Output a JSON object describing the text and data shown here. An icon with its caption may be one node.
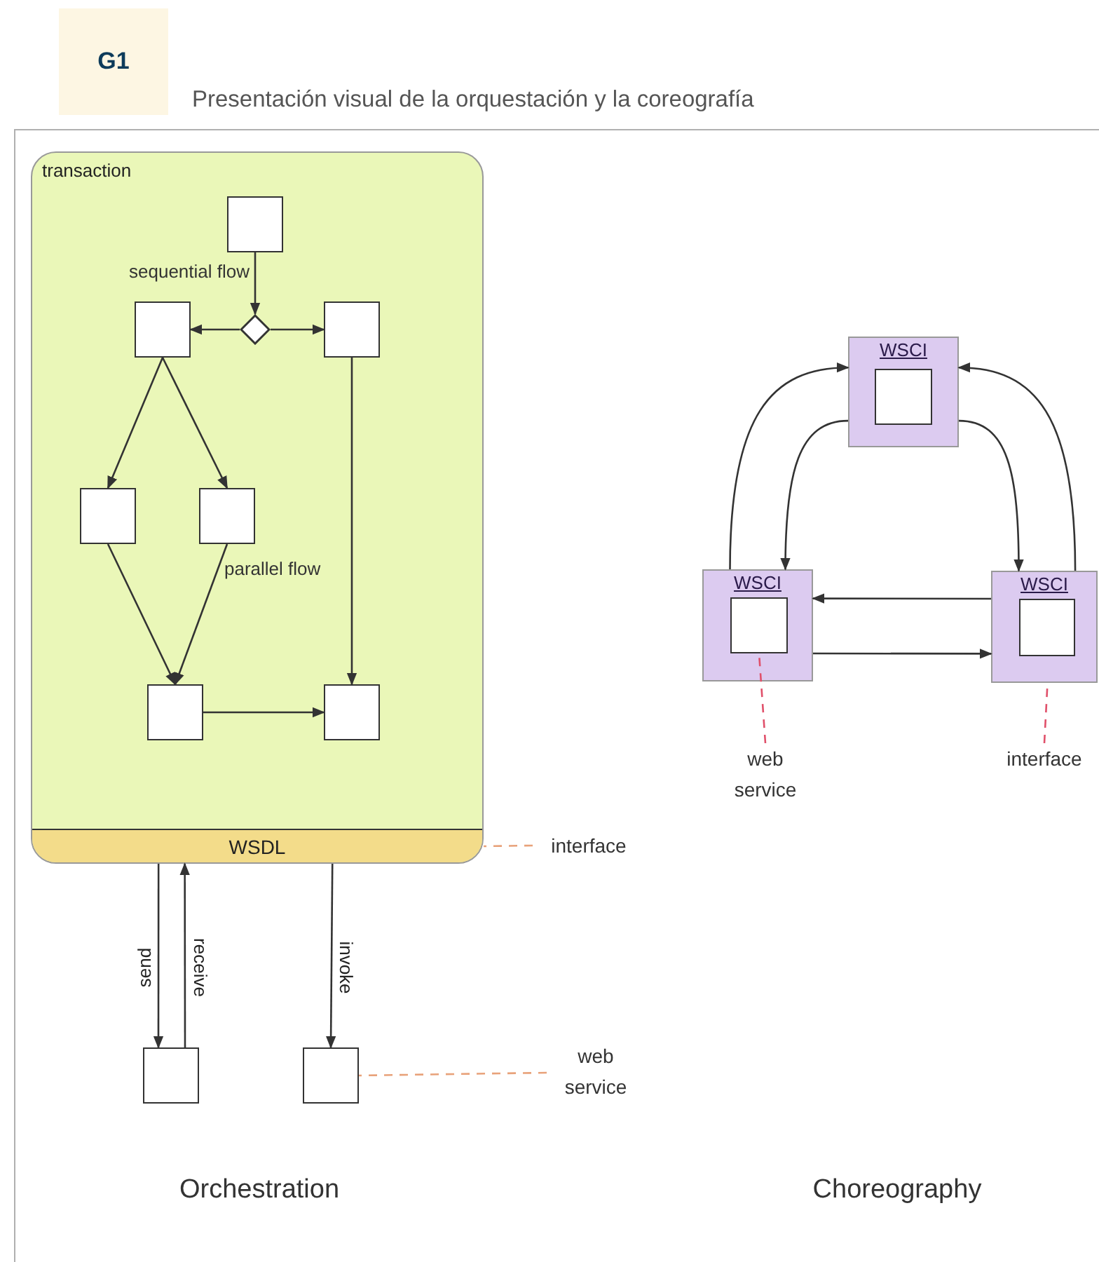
{
  "diagram": {
    "title": "Presentación visual de la orquestación y la coreografía",
    "nodes": [
      {
        "text": [
          "G1"
        ]
      },
      {
        "text": [
          "transaction"
        ]
      },
      {
        "text": [],
        "shape": "box",
        "in": 1
      },
      {
        "text": [],
        "shape": "diamond",
        "in": 1
      },
      {
        "text": [],
        "shape": "box",
        "in": 1
      },
      {
        "text": [],
        "shape": "box",
        "in": 1
      },
      {
        "text": [],
        "shape": "box",
        "in": 1
      },
      {
        "text": [],
        "shape": "box",
        "in": 1
      },
      {
        "text": [],
        "shape": "box",
        "in": 1
      },
      {
        "text": [],
        "shape": "box",
        "in": 1
      },
      {
        "text": [
          "WSDL"
        ],
        "in": 1
      },
      {
        "text": [
          "interface"
        ]
      },
      {
        "text": [],
        "shape": "box"
      },
      {
        "text": [],
        "shape": "box"
      },
      {
        "text": [
          "web service"
        ]
      },
      {
        "text": [
          "WSCI"
        ]
      },
      {
        "text": [],
        "shape": "box",
        "in": 15
      },
      {
        "text": [
          "WSCI"
        ]
      },
      {
        "text": [],
        "shape": "box",
        "in": 17
      },
      {
        "text": [
          "WSCI"
        ]
      },
      {
        "text": [],
        "shape": "box",
        "in": 19
      },
      {
        "text": [
          "web service"
        ]
      },
      {
        "text": [
          "interface"
        ]
      }
    ],
    "edges": [
      {
        "from": 2,
        "to": 3,
        "arrow": "to"
      },
      {
        "from": 3,
        "to": 4,
        "arrow": "to"
      },
      {
        "from": 3,
        "to": 5,
        "arrow": "to"
      },
      {
        "from": 4,
        "to": 6,
        "arrow": "to"
      },
      {
        "from": 4,
        "to": 7,
        "arrow": "to"
      },
      {
        "from": 6,
        "to": 8,
        "arrow": "to"
      },
      {
        "from": 7,
        "to": 8,
        "arrow": "to"
      },
      {
        "from": 5,
        "to": 9,
        "arrow": "to"
      },
      {
        "from": 8,
        "to": 9,
        "arrow": "to"
      },
      {
        "from": 10,
        "to": 12,
        "arrow": "to",
        "label": "send"
      },
      {
        "from": 12,
        "to": 10,
        "arrow": "to",
        "label": "receive"
      },
      {
        "from": 10,
        "to": 13,
        "arrow": "to",
        "label": "invoke"
      },
      {
        "from": 11,
        "to": 10,
        "arrow": "none",
        "style": "dashed",
        "color": "#e8a27a"
      },
      {
        "from": 14,
        "to": 13,
        "arrow": "none",
        "style": "dashed",
        "color": "#e8a27a"
      },
      {
        "from": 17,
        "to": 15,
        "arrow": "to"
      },
      {
        "from": 15,
        "to": 17,
        "arrow": "to"
      },
      {
        "from": 15,
        "to": 19,
        "arrow": "to"
      },
      {
        "from": 19,
        "to": 15,
        "arrow": "to"
      },
      {
        "from": 19,
        "to": 17,
        "arrow": "to"
      },
      {
        "from": 17,
        "to": 19,
        "arrow": "to"
      },
      {
        "from": 21,
        "to": 18,
        "arrow": "none",
        "style": "dashed",
        "color": "#e0506a"
      },
      {
        "from": 22,
        "to": 19,
        "arrow": "none",
        "style": "dashed",
        "color": "#e0506a"
      }
    ],
    "labels": [
      "sequential flow",
      "parallel flow",
      "Orchestration",
      "Choreography"
    ]
  }
}
